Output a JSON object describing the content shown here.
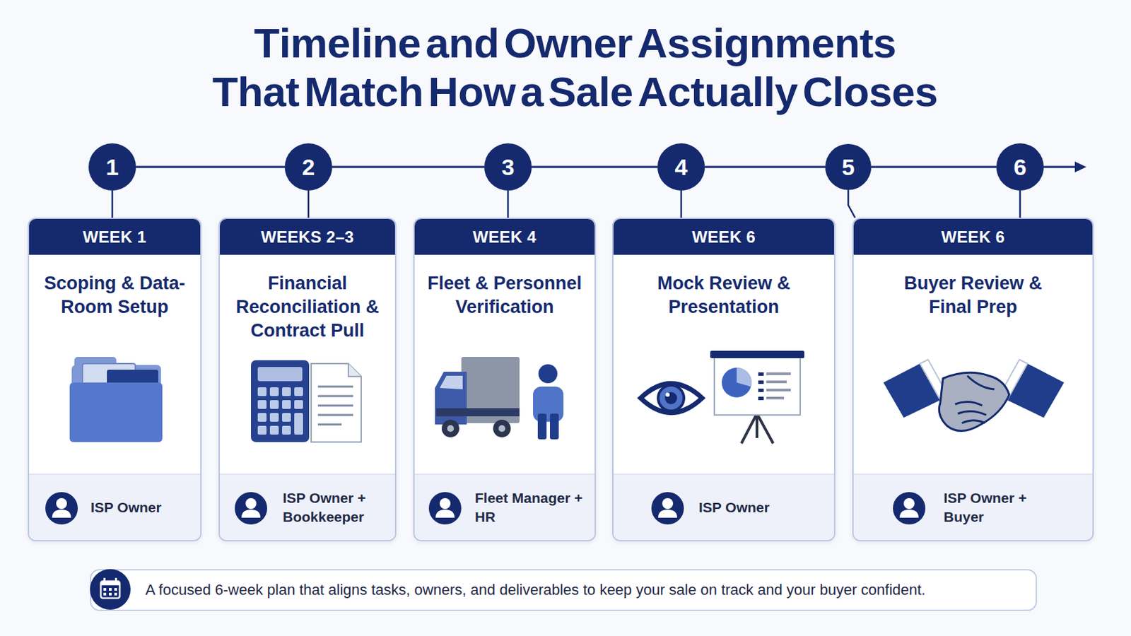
{
  "diagram": {
    "title": "Timeline and Owner Assignments That Match How a Sale Actually Closes",
    "caption": "A focused 6-week plan that aligns tasks, owners, and deliverables to keep your sale on track and your buyer confident.",
    "nodes": [
      {
        "text": [
          "1"
        ]
      },
      {
        "text": [
          "2"
        ]
      },
      {
        "text": [
          "3"
        ]
      },
      {
        "text": [
          "4"
        ]
      },
      {
        "text": [
          "5"
        ]
      },
      {
        "text": [
          "6"
        ]
      },
      {
        "text": [
          "WEEK 1",
          "Scoping & Data-Room Setup",
          "ISP Owner"
        ]
      },
      {
        "text": [
          "WEEKS 2–3",
          "Financial Reconciliation & Contract Pull",
          "ISP Owner + Bookkeeper"
        ]
      },
      {
        "text": [
          "WEEK 4",
          "Fleet & Personnel Verification",
          "Fleet Manager + HR"
        ]
      },
      {
        "text": [
          "WEEK 6",
          "Mock Review & Presentation",
          "ISP Owner"
        ]
      },
      {
        "text": [
          "WEEK 6",
          "Buyer Review & Final Prep",
          "ISP Owner + Buyer"
        ]
      }
    ],
    "edges": [
      {
        "from": 0,
        "to": 1,
        "arrow": "none"
      },
      {
        "from": 1,
        "to": 2,
        "arrow": "none"
      },
      {
        "from": 2,
        "to": 3,
        "arrow": "none"
      },
      {
        "from": 3,
        "to": 4,
        "arrow": "none"
      },
      {
        "from": 4,
        "to": 5,
        "arrow": "none"
      },
      {
        "from": 0,
        "to": 6,
        "arrow": "none"
      },
      {
        "from": 1,
        "to": 7,
        "arrow": "none"
      },
      {
        "from": 2,
        "to": 8,
        "arrow": "none"
      },
      {
        "from": 3,
        "to": 9,
        "arrow": "none"
      },
      {
        "from": 4,
        "to": 10,
        "arrow": "none"
      },
      {
        "from": 5,
        "to": 10,
        "arrow": "none"
      }
    ]
  }
}
